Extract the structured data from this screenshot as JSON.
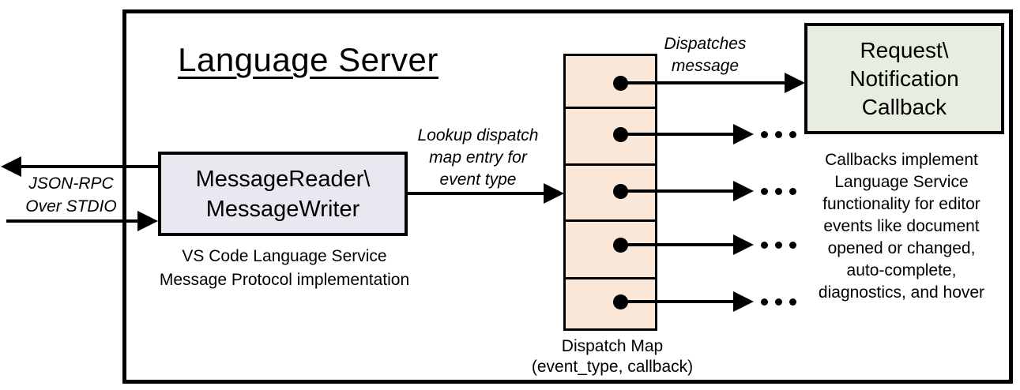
{
  "title": "Language Server",
  "io_label": {
    "lines": [
      "JSON-RPC",
      "Over STDIO"
    ]
  },
  "reader_box": {
    "lines": [
      "MessageReader\\",
      "MessageWriter"
    ]
  },
  "reader_caption": {
    "lines": [
      "VS Code Language Service",
      "Message Protocol implementation"
    ]
  },
  "lookup_label": {
    "lines": [
      "Lookup dispatch",
      "map entry for",
      "event type"
    ]
  },
  "dispatch_label": {
    "lines": [
      "Dispatches",
      "message"
    ]
  },
  "callback_box": {
    "lines": [
      "Request\\",
      "Notification",
      "Callback"
    ]
  },
  "callbacks_note": {
    "lines": [
      "Callbacks implement",
      "Language Service",
      "functionality for editor",
      "events like document",
      "opened or changed,",
      "auto-complete,",
      "diagnostics, and hover"
    ]
  },
  "map_label": {
    "lines": [
      "Dispatch Map",
      "(event_type, callback)"
    ]
  },
  "map": {
    "rows": 5,
    "row_icon": "pointer-dot-icon"
  },
  "icons": {
    "ellipsis": "..."
  },
  "colors": {
    "stroke": "#000000",
    "reader_fill": "#e9e7ef",
    "map_fill": "#fbe7d8",
    "callback_fill": "#e8eedf",
    "background": "#ffffff"
  }
}
